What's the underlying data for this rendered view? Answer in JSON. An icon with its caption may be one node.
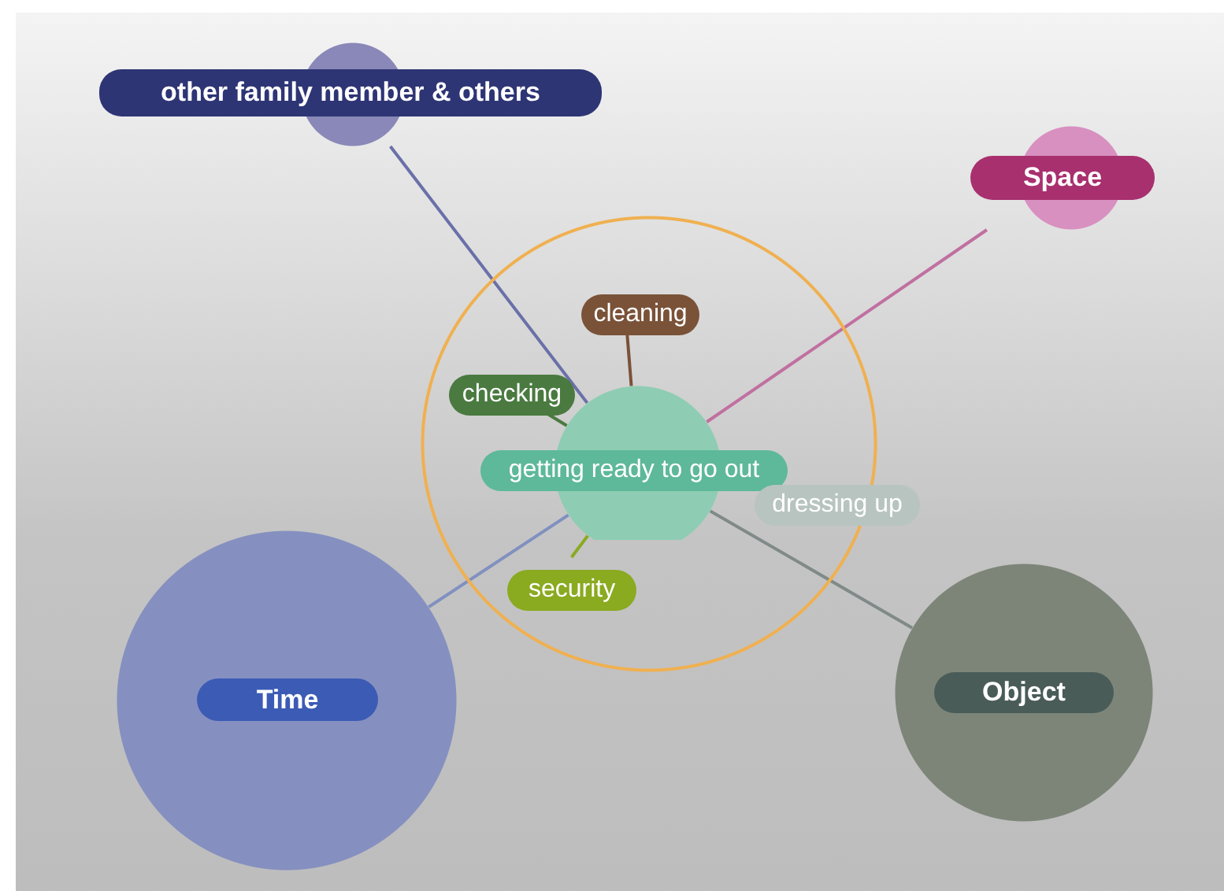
{
  "diagram": {
    "nodes": [
      {
        "text": [],
        "shape": "circle"
      },
      {
        "text": [
          "getting ready to go out"
        ],
        "in": 0
      },
      {
        "text": [
          "cleaning"
        ],
        "in": 0
      },
      {
        "text": [
          "checking"
        ],
        "in": 0
      },
      {
        "text": [
          "dressing up"
        ],
        "in": 0
      },
      {
        "text": [
          "security"
        ],
        "in": 0
      },
      {
        "text": [
          "other family member & others"
        ]
      },
      {
        "text": [
          "Space"
        ]
      },
      {
        "text": [
          "Time"
        ]
      },
      {
        "text": [
          "Object"
        ]
      }
    ],
    "edges": [
      {
        "from": 1,
        "to": 2,
        "arrow": "none",
        "color": "#7a5238"
      },
      {
        "from": 1,
        "to": 3,
        "arrow": "none",
        "color": "#4a7a40"
      },
      {
        "from": 1,
        "to": 4,
        "arrow": "none",
        "color": "#b8c4c0"
      },
      {
        "from": 1,
        "to": 5,
        "arrow": "none",
        "color": "#8aaa20"
      },
      {
        "from": 1,
        "to": 6,
        "arrow": "none",
        "color": "#6a70a8"
      },
      {
        "from": 1,
        "to": 7,
        "arrow": "none",
        "color": "#c070a0"
      },
      {
        "from": 1,
        "to": 8,
        "arrow": "none",
        "color": "#8090c0"
      },
      {
        "from": 1,
        "to": 9,
        "arrow": "none"
      }
    ]
  }
}
